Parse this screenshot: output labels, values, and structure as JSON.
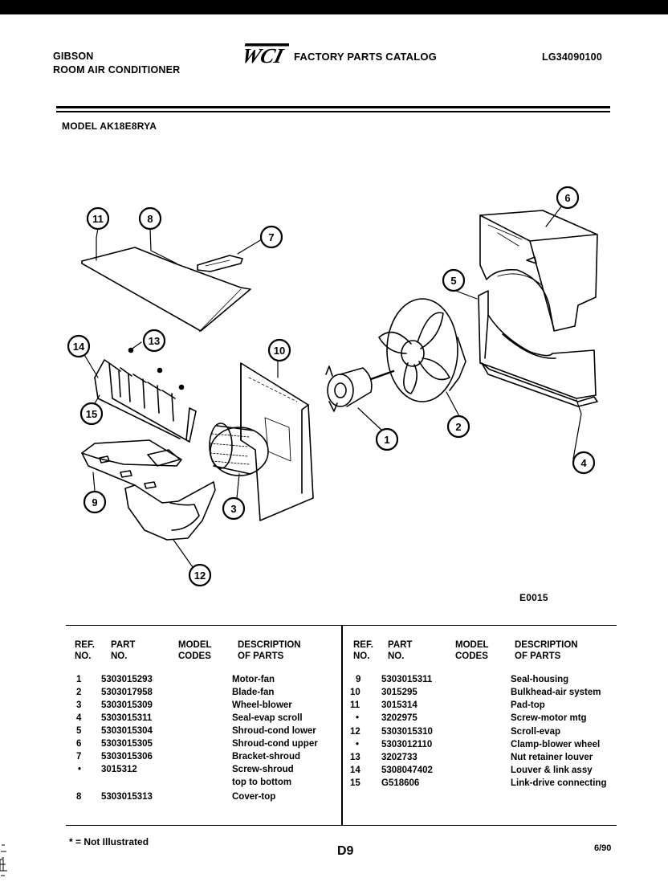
{
  "header": {
    "brand": "GIBSON",
    "product": "ROOM AIR CONDITIONER",
    "logo_text": "WCI",
    "catalog_title": "FACTORY PARTS CATALOG",
    "catalog_number": "LG34090100"
  },
  "model": "MODEL AK18E8RYA",
  "diagram": {
    "code": "E0015",
    "callouts": [
      "1",
      "2",
      "3",
      "4",
      "5",
      "6",
      "7",
      "8",
      "9",
      "10",
      "11",
      "12",
      "13",
      "14",
      "15"
    ]
  },
  "table": {
    "headers": {
      "ref": [
        "REF.",
        "NO."
      ],
      "part": [
        "PART",
        "NO."
      ],
      "model": [
        "MODEL",
        "CODES"
      ],
      "desc": [
        "DESCRIPTION",
        "OF PARTS"
      ]
    },
    "left_rows": [
      {
        "ref": "1",
        "part": "5303015293",
        "model": "",
        "desc": "Motor-fan"
      },
      {
        "ref": "2",
        "part": "5303017958",
        "model": "",
        "desc": "Blade-fan"
      },
      {
        "ref": "3",
        "part": "5303015309",
        "model": "",
        "desc": "Wheel-blower"
      },
      {
        "ref": "4",
        "part": "5303015311",
        "model": "",
        "desc": "Seal-evap scroll"
      },
      {
        "ref": "5",
        "part": "5303015304",
        "model": "",
        "desc": "Shroud-cond lower"
      },
      {
        "ref": "6",
        "part": "5303015305",
        "model": "",
        "desc": "Shroud-cond upper"
      },
      {
        "ref": "7",
        "part": "5303015306",
        "model": "",
        "desc": "Bracket-shroud"
      },
      {
        "ref": "•",
        "part": "3015312",
        "model": "",
        "desc": "Screw-shroud"
      },
      {
        "ref": "",
        "part": "",
        "model": "",
        "desc": "top to bottom"
      },
      {
        "ref": "8",
        "part": "5303015313",
        "model": "",
        "desc": "Cover-top"
      }
    ],
    "right_rows": [
      {
        "ref": "9",
        "part": "5303015311",
        "model": "",
        "desc": "Seal-housing"
      },
      {
        "ref": "10",
        "part": "3015295",
        "model": "",
        "desc": "Bulkhead-air system"
      },
      {
        "ref": "11",
        "part": "3015314",
        "model": "",
        "desc": "Pad-top"
      },
      {
        "ref": "•",
        "part": "3202975",
        "model": "",
        "desc": "Screw-motor mtg"
      },
      {
        "ref": "12",
        "part": "5303015310",
        "model": "",
        "desc": "Scroll-evap"
      },
      {
        "ref": "•",
        "part": "5303012110",
        "model": "",
        "desc": "Clamp-blower wheel"
      },
      {
        "ref": "13",
        "part": "3202733",
        "model": "",
        "desc": "Nut retainer louver"
      },
      {
        "ref": "14",
        "part": "5308047402",
        "model": "",
        "desc": "Louver & link assy"
      },
      {
        "ref": "15",
        "part": "G518606",
        "model": "",
        "desc": "Link-drive connecting"
      }
    ]
  },
  "footer": {
    "note": "* = Not Illustrated",
    "page": "D9",
    "date": "6/90"
  }
}
